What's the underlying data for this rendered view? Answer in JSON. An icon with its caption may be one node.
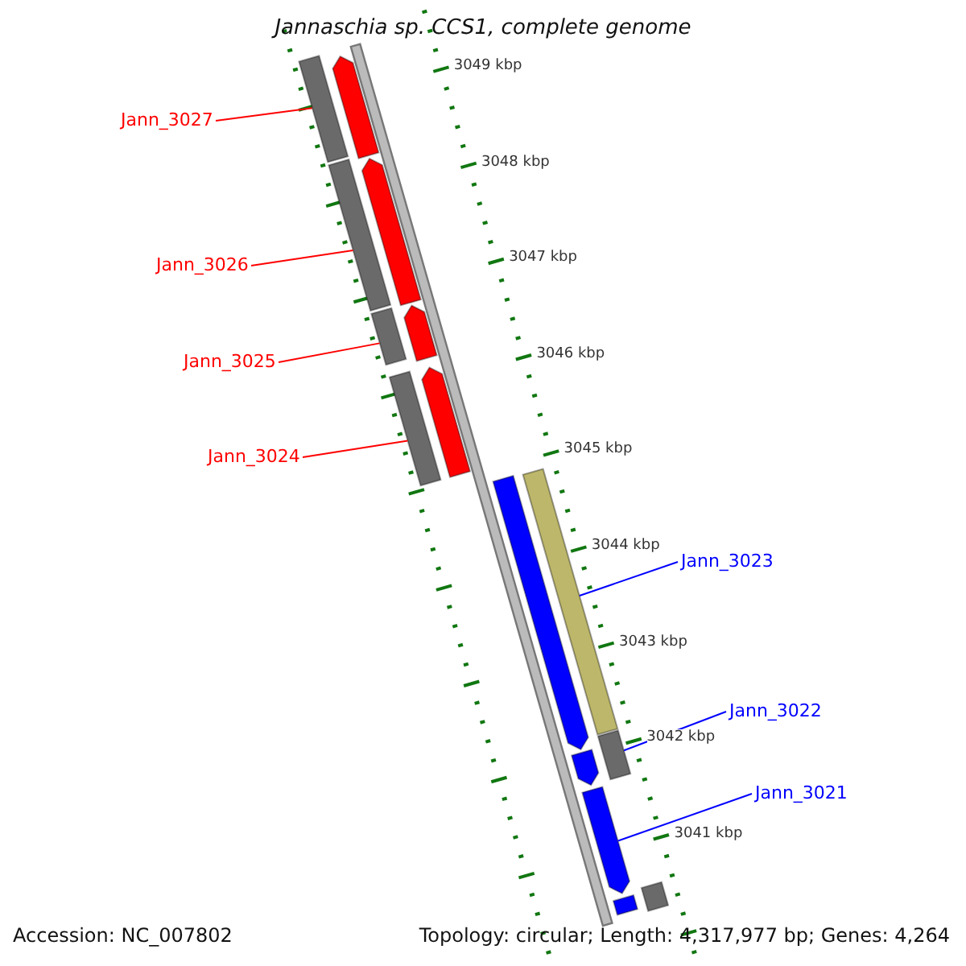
{
  "diagram": {
    "title": "Jannaschia sp. CCS1, complete genome",
    "nodes": [
      {
        "text": [
          "Jann_3027"
        ]
      },
      {
        "text": [
          "Jann_3026"
        ]
      },
      {
        "text": [
          "Jann_3025"
        ]
      },
      {
        "text": [
          "Jann_3024"
        ]
      },
      {
        "text": [
          "Jann_3023"
        ]
      },
      {
        "text": [
          "Jann_3022"
        ]
      },
      {
        "text": [
          "Jann_3021"
        ]
      },
      {
        "text": [],
        "shape": "bar"
      },
      {
        "text": [],
        "shape": "bar"
      },
      {
        "text": [],
        "shape": "bar"
      },
      {
        "text": [],
        "shape": "bar"
      },
      {
        "text": [],
        "shape": "arrow"
      },
      {
        "text": [],
        "shape": "arrow"
      },
      {
        "text": [],
        "shape": "arrow"
      },
      {
        "text": [],
        "shape": "arrow"
      },
      {
        "text": [],
        "shape": "bar"
      },
      {
        "text": [],
        "shape": "bar"
      },
      {
        "text": [],
        "shape": "bar"
      },
      {
        "text": [],
        "shape": "arrow"
      },
      {
        "text": [],
        "shape": "arrow"
      },
      {
        "text": [],
        "shape": "arrow"
      },
      {
        "text": [],
        "shape": "arrow"
      }
    ],
    "edges": [
      {
        "from": 0,
        "to": 7,
        "arrow": "none"
      },
      {
        "from": 1,
        "to": 8,
        "arrow": "none"
      },
      {
        "from": 2,
        "to": 9,
        "arrow": "none"
      },
      {
        "from": 3,
        "to": 10,
        "arrow": "none"
      },
      {
        "from": 4,
        "to": 15,
        "arrow": "none",
        "color": "#0000ff"
      },
      {
        "from": 5,
        "to": 16,
        "arrow": "none",
        "color": "#0000ff"
      },
      {
        "from": 6,
        "to": 20,
        "arrow": "none",
        "color": "#0000ff"
      }
    ],
    "labels": [
      "3049 kbp",
      "3048 kbp",
      "3047 kbp",
      "3046 kbp",
      "3045 kbp",
      "3044 kbp",
      "3043 kbp",
      "3042 kbp",
      "3041 kbp",
      "Accession: NC_007802",
      "Topology: circular; Length: 4,317,977 bp; Genes: 4,264"
    ]
  }
}
